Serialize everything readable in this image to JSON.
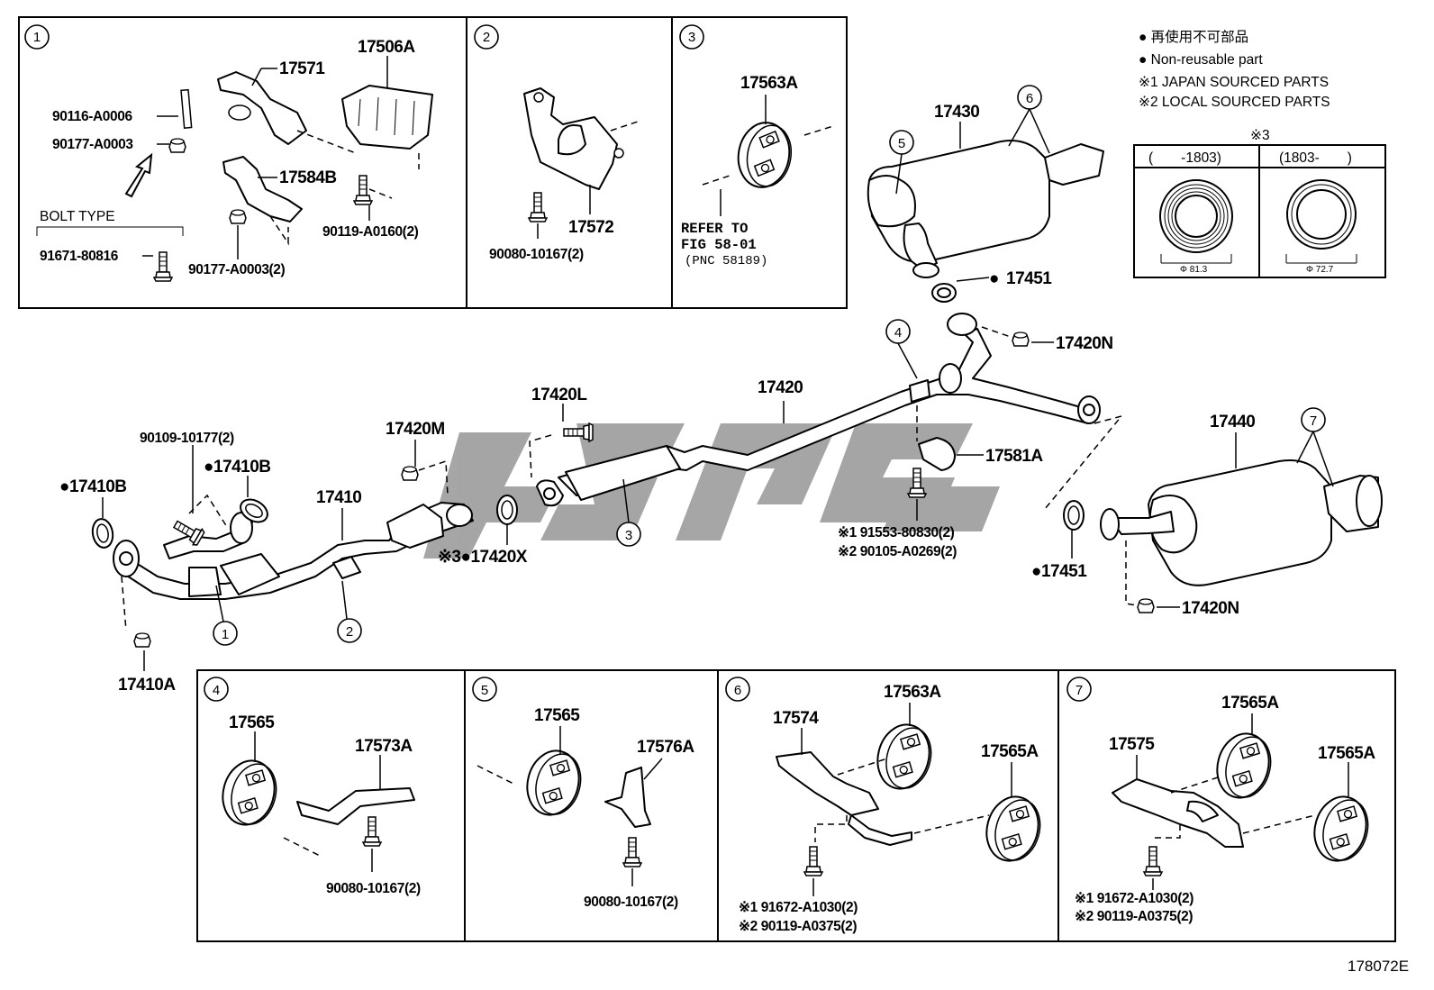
{
  "callouts": {
    "c1": "①",
    "c2": "②",
    "c3": "③",
    "c4": "④",
    "c5": "⑤",
    "c6": "⑥",
    "c7": "⑦",
    "c4b": "④",
    "c5b": "⑤",
    "c6b": "⑥",
    "c7b": "⑦",
    "c1m": "1",
    "c2m": "2",
    "c3m": "3",
    "c4m": "4",
    "c5m": "5",
    "c6m": "6",
    "c7m": "7"
  },
  "legend": {
    "line1": "● 再使用不可部品",
    "line2": "● Non-reusable part",
    "line3": "※1 JAPAN SOURCED PARTS",
    "line4": "※2 LOCAL SOURCED PARTS"
  },
  "gasket_table": {
    "marker": "※3",
    "col1_header": "(　　-1803)",
    "col2_header": "(1803-　　)",
    "col1_dim": "Φ 81.3",
    "col2_dim": "Φ 72.7"
  },
  "box1": {
    "p17506A": "17506A",
    "p17571": "17571",
    "p90116": "90116-A0006",
    "p90177": "90177-A0003",
    "p17584B": "17584B",
    "bolt_type": "BOLT TYPE",
    "p91671": "91671-80816",
    "p90177x2": "90177-A0003(2)",
    "p90119": "90119-A0160(2)"
  },
  "box2": {
    "p17572": "17572",
    "p90080": "90080-10167(2)"
  },
  "box3": {
    "p17563A": "17563A",
    "refer1": "REFER TO",
    "refer2": "FIG 58-01",
    "refer3": "(PNC 58189)"
  },
  "main": {
    "p17430": "17430",
    "p17451top": "17451",
    "p17420N_top": "17420N",
    "p17420": "17420",
    "p17420L": "17420L",
    "p17420M": "17420M",
    "p17581A": "17581A",
    "p91553": "※1 91553-80830(2)",
    "p90105": "※2 90105-A0269(2)",
    "p17420X": "※3●17420X",
    "p90109": "90109-10177(2)",
    "p17410B_left": "●17410B",
    "p17410B_mid": "●17410B",
    "p17410": "17410",
    "p17410A": "17410A",
    "p17440": "17440",
    "p17451bot": "●17451",
    "p17451top_dot": "●",
    "p17420N_bot": "17420N"
  },
  "box4": {
    "p17565": "17565",
    "p17573A": "17573A",
    "p90080": "90080-10167(2)"
  },
  "box5": {
    "p17565": "17565",
    "p17576A": "17576A",
    "p90080": "90080-10167(2)"
  },
  "box6": {
    "p17574": "17574",
    "p17563A": "17563A",
    "p17565A": "17565A",
    "p91672": "※1 91672-A1030(2)",
    "p90119": "※2 90119-A0375(2)"
  },
  "box7": {
    "p17575": "17575",
    "p17565A_1": "17565A",
    "p17565A_2": "17565A",
    "p91672": "※1 91672-A1030(2)",
    "p90119": "※2 90119-A0375(2)"
  },
  "figure_id": "178072E"
}
